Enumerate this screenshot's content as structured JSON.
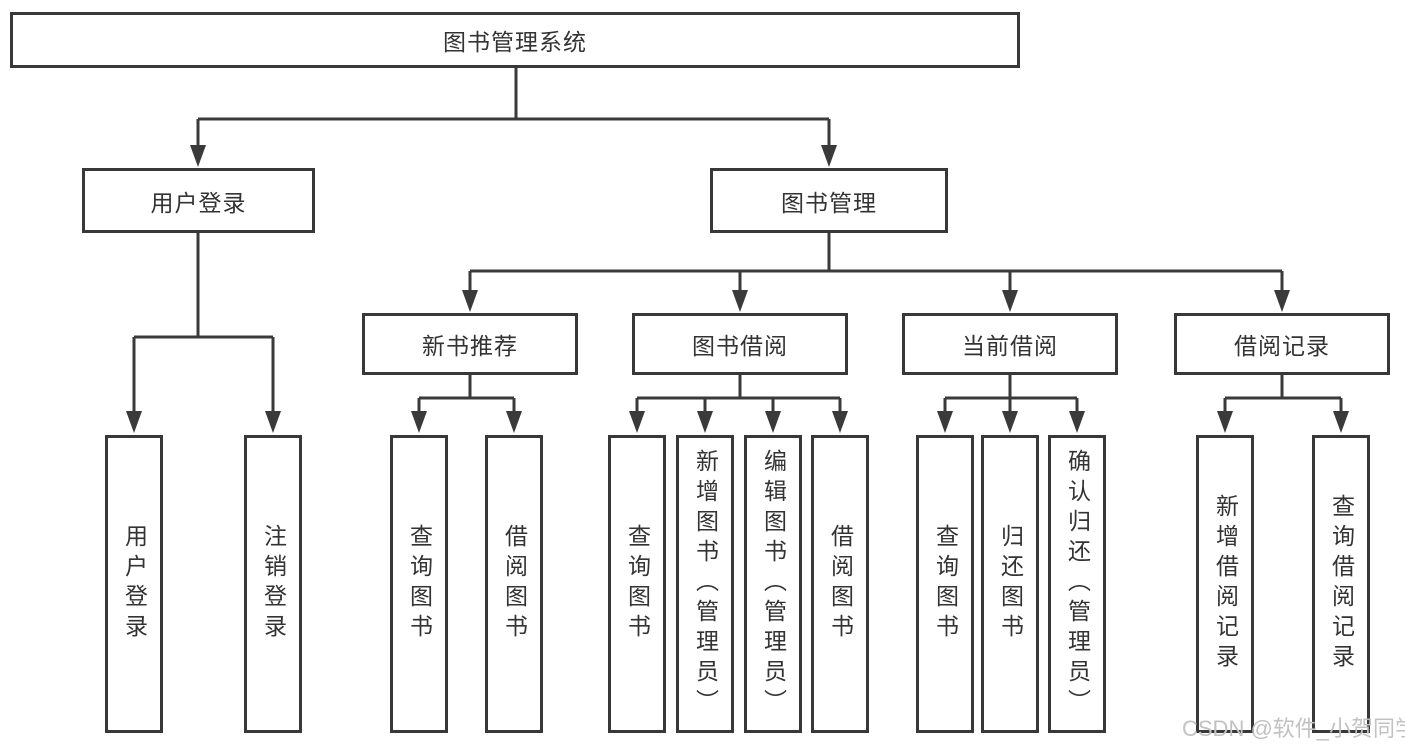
{
  "tree": {
    "label": "图书管理系统",
    "children": [
      {
        "label": "用户登录",
        "children": [
          {
            "label": "用户登录"
          },
          {
            "label": "注销登录"
          }
        ]
      },
      {
        "label": "图书管理",
        "children": [
          {
            "label": "新书推荐",
            "children": [
              {
                "label": "查询图书"
              },
              {
                "label": "借阅图书"
              }
            ]
          },
          {
            "label": "图书借阅",
            "children": [
              {
                "label": "查询图书"
              },
              {
                "label": "新增图书（管理员）"
              },
              {
                "label": "编辑图书（管理员）"
              },
              {
                "label": "借阅图书"
              }
            ]
          },
          {
            "label": "当前借阅",
            "children": [
              {
                "label": "查询图书"
              },
              {
                "label": "归还图书"
              },
              {
                "label": "确认归还（管理员）"
              }
            ]
          },
          {
            "label": "借阅记录",
            "children": [
              {
                "label": "新增借阅记录"
              },
              {
                "label": "查询借阅记录"
              }
            ]
          }
        ]
      }
    ]
  },
  "watermark": "CSDN @软件_小贺同学",
  "colors": {
    "line": "#3a3a3a",
    "box_border": "#383838",
    "text": "#333333",
    "watermark": "#c2c2c2",
    "background": "#ffffff"
  }
}
